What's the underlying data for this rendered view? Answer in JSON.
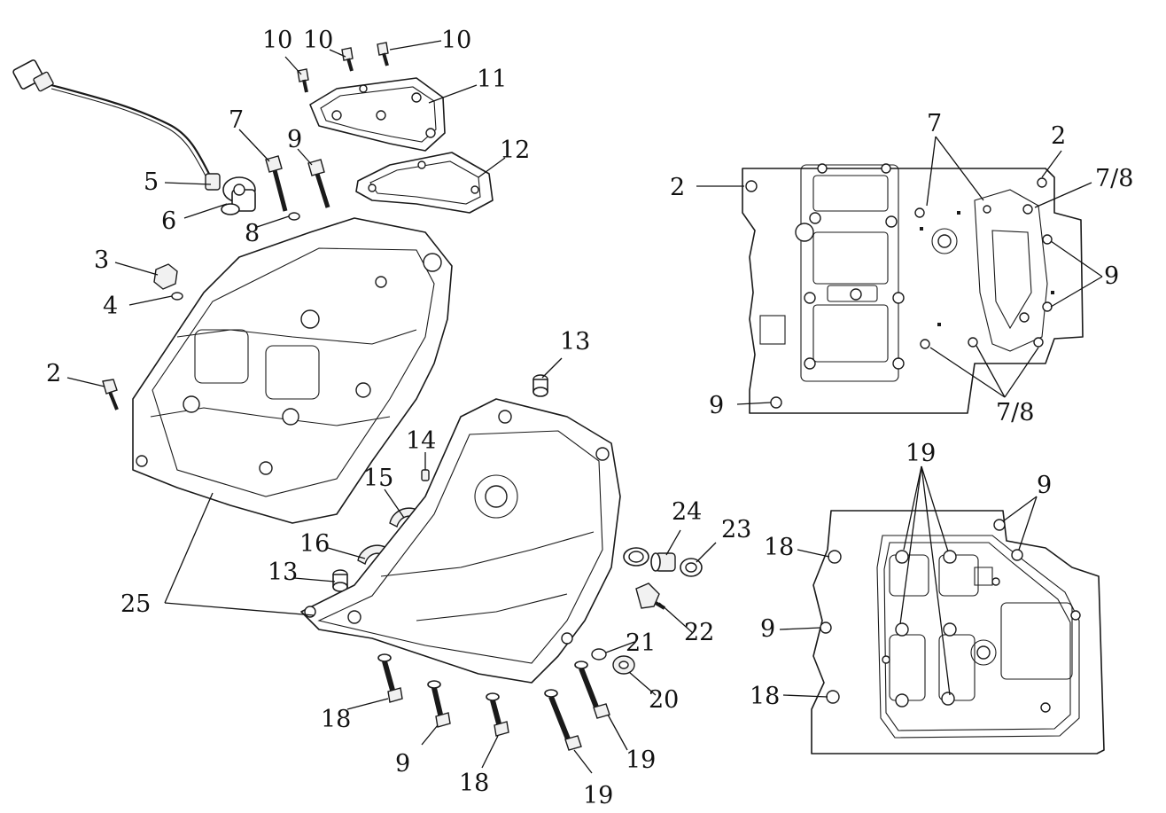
{
  "callouts": {
    "c2_left": "2",
    "c3": "3",
    "c4": "4",
    "c5": "5",
    "c6": "6",
    "c7_top": "7",
    "c8": "8",
    "c9_top": "9",
    "c10_a": "10",
    "c10_b": "10",
    "c10_c": "10",
    "c11": "11",
    "c12": "12",
    "c13_top": "13",
    "c13_bottom": "13",
    "c14": "14",
    "c15": "15",
    "c16": "16",
    "c18_a": "18",
    "c18_b": "18",
    "c9_bottom": "9",
    "c19_a": "19",
    "c19_b": "19",
    "c20": "20",
    "c21": "21",
    "c22": "22",
    "c23": "23",
    "c24": "24",
    "c25": "25"
  },
  "top_view": {
    "c7": "7",
    "c2_top": "2",
    "c2_left": "2",
    "c78_right": "7/8",
    "c9_right": "9",
    "c9_left": "9",
    "c78_bottom": "7/8"
  },
  "bottom_view": {
    "c19": "19",
    "c9_top": "9",
    "c18_top": "18",
    "c9_left": "9",
    "c18_bottom": "18"
  }
}
